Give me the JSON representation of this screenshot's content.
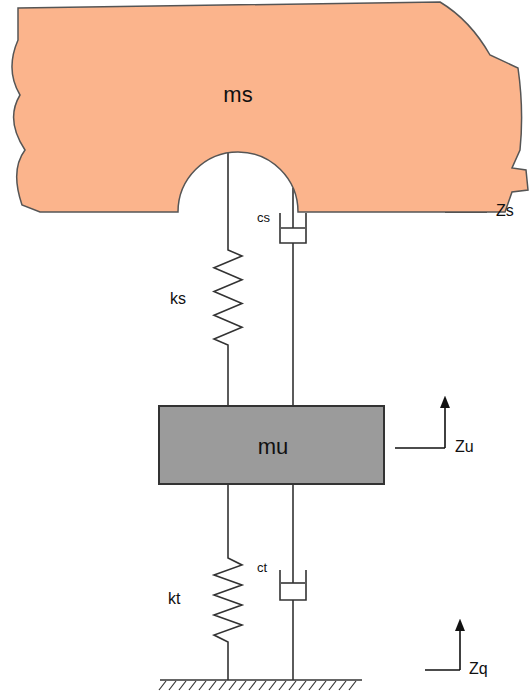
{
  "diagram": {
    "nodes": [
      {
        "text": [
          "ms"
        ]
      },
      {
        "text": [
          "mu"
        ]
      }
    ],
    "edges": [
      {
        "from": 0,
        "to": 1,
        "arrow": "none"
      },
      {
        "from": 0,
        "to": 1,
        "arrow": "none"
      }
    ],
    "labels": [
      "ks",
      "cs",
      "kt",
      "ct",
      "Zs",
      "Zu",
      "Zq"
    ]
  }
}
